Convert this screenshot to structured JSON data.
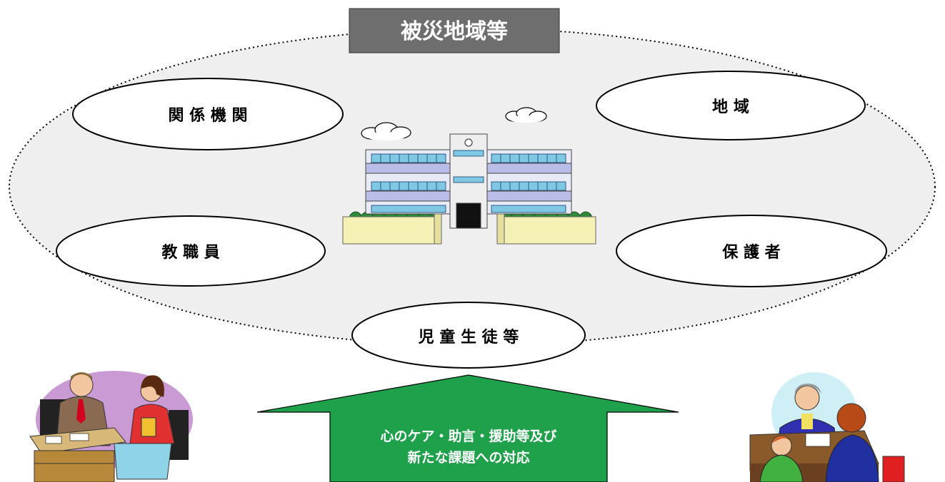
{
  "title": "被災地域等",
  "nodes": {
    "related_orgs": "関 係 機 関",
    "region": "地 域",
    "staff": "教 職 員",
    "guardians": "保 護 者",
    "students": "児 童 生 徒 等"
  },
  "arrow": {
    "line1": "心のケア・助言・援助等及び",
    "line2": "新たな課題への対応"
  },
  "colors": {
    "title_box": "#6e6e6e",
    "big_ellipse_fill": "#efefef",
    "arrow_fill": "#1fa04a"
  }
}
